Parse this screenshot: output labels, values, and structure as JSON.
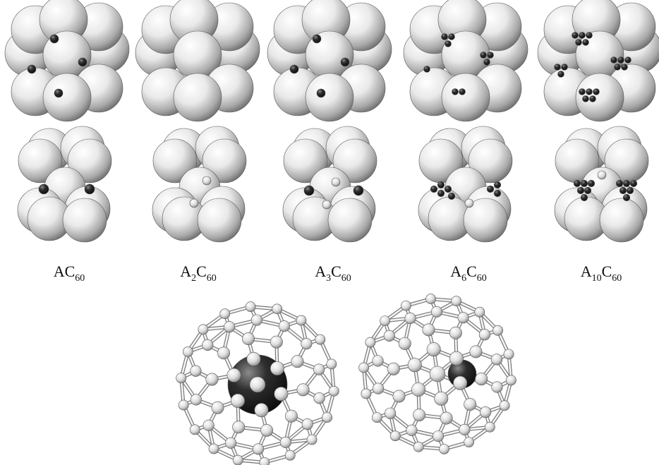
{
  "labels": [
    {
      "base": "A",
      "sub_a": "",
      "mid": "C",
      "sub_b": "60"
    },
    {
      "base": "A",
      "sub_a": "2",
      "mid": "C",
      "sub_b": "60"
    },
    {
      "base": "A",
      "sub_a": "3",
      "mid": "C",
      "sub_b": "60"
    },
    {
      "base": "A",
      "sub_a": "6",
      "mid": "C",
      "sub_b": "60"
    },
    {
      "base": "A",
      "sub_a": "10",
      "mid": "C",
      "sub_b": "60"
    }
  ],
  "colors": {
    "sphere_light": "#ffffff",
    "sphere_mid": "#cfcfcf",
    "sphere_dark": "#6e6e6e",
    "atom_dark": "#1e1e1e",
    "bond": "#dcdcdc",
    "text": "#111111"
  }
}
